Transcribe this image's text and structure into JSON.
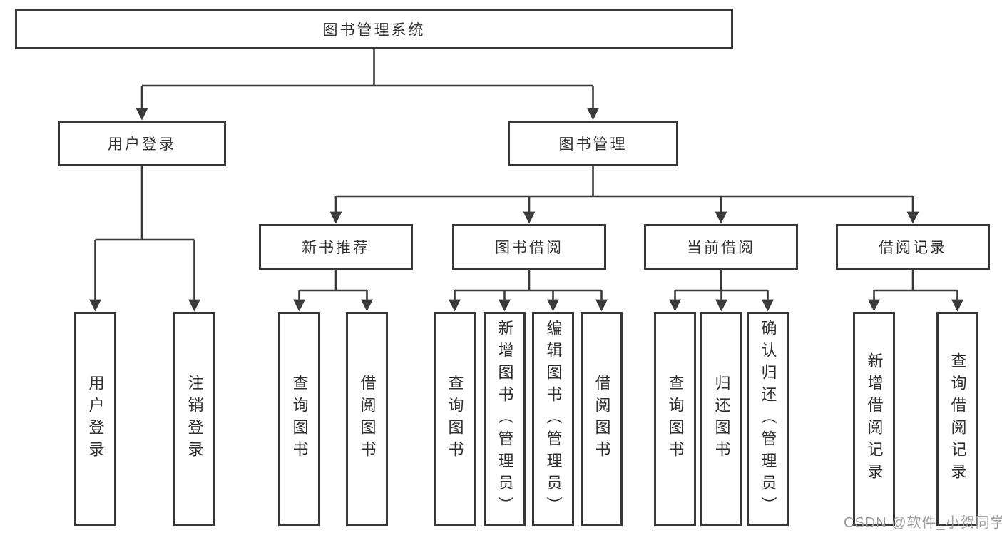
{
  "diagram": {
    "root": "图书管理系统",
    "branches": [
      {
        "label": "用户登录"
      },
      {
        "label": "图书管理"
      }
    ],
    "sections": [
      {
        "label": "新书推荐"
      },
      {
        "label": "图书借阅"
      },
      {
        "label": "当前借阅"
      },
      {
        "label": "借阅记录"
      }
    ],
    "leaves": [
      {
        "label": "用户登录"
      },
      {
        "label": "注销登录"
      },
      {
        "label": "查询图书"
      },
      {
        "label": "借阅图书"
      },
      {
        "label": "查询图书"
      },
      {
        "label": "新增图书（管理员）"
      },
      {
        "label": "编辑图书（管理员）"
      },
      {
        "label": "借阅图书"
      },
      {
        "label": "查询图书"
      },
      {
        "label": "归还图书"
      },
      {
        "label": "确认归还（管理员）"
      },
      {
        "label": "新增借阅记录"
      },
      {
        "label": "查询借阅记录"
      }
    ]
  },
  "watermark": "CSDN @软件_小贺同学",
  "colors": {
    "line": "#3a3a3a",
    "box_border": "#363636",
    "text": "#2f2f2f",
    "watermark": "#9d9d9d",
    "background": "#ffffff"
  }
}
